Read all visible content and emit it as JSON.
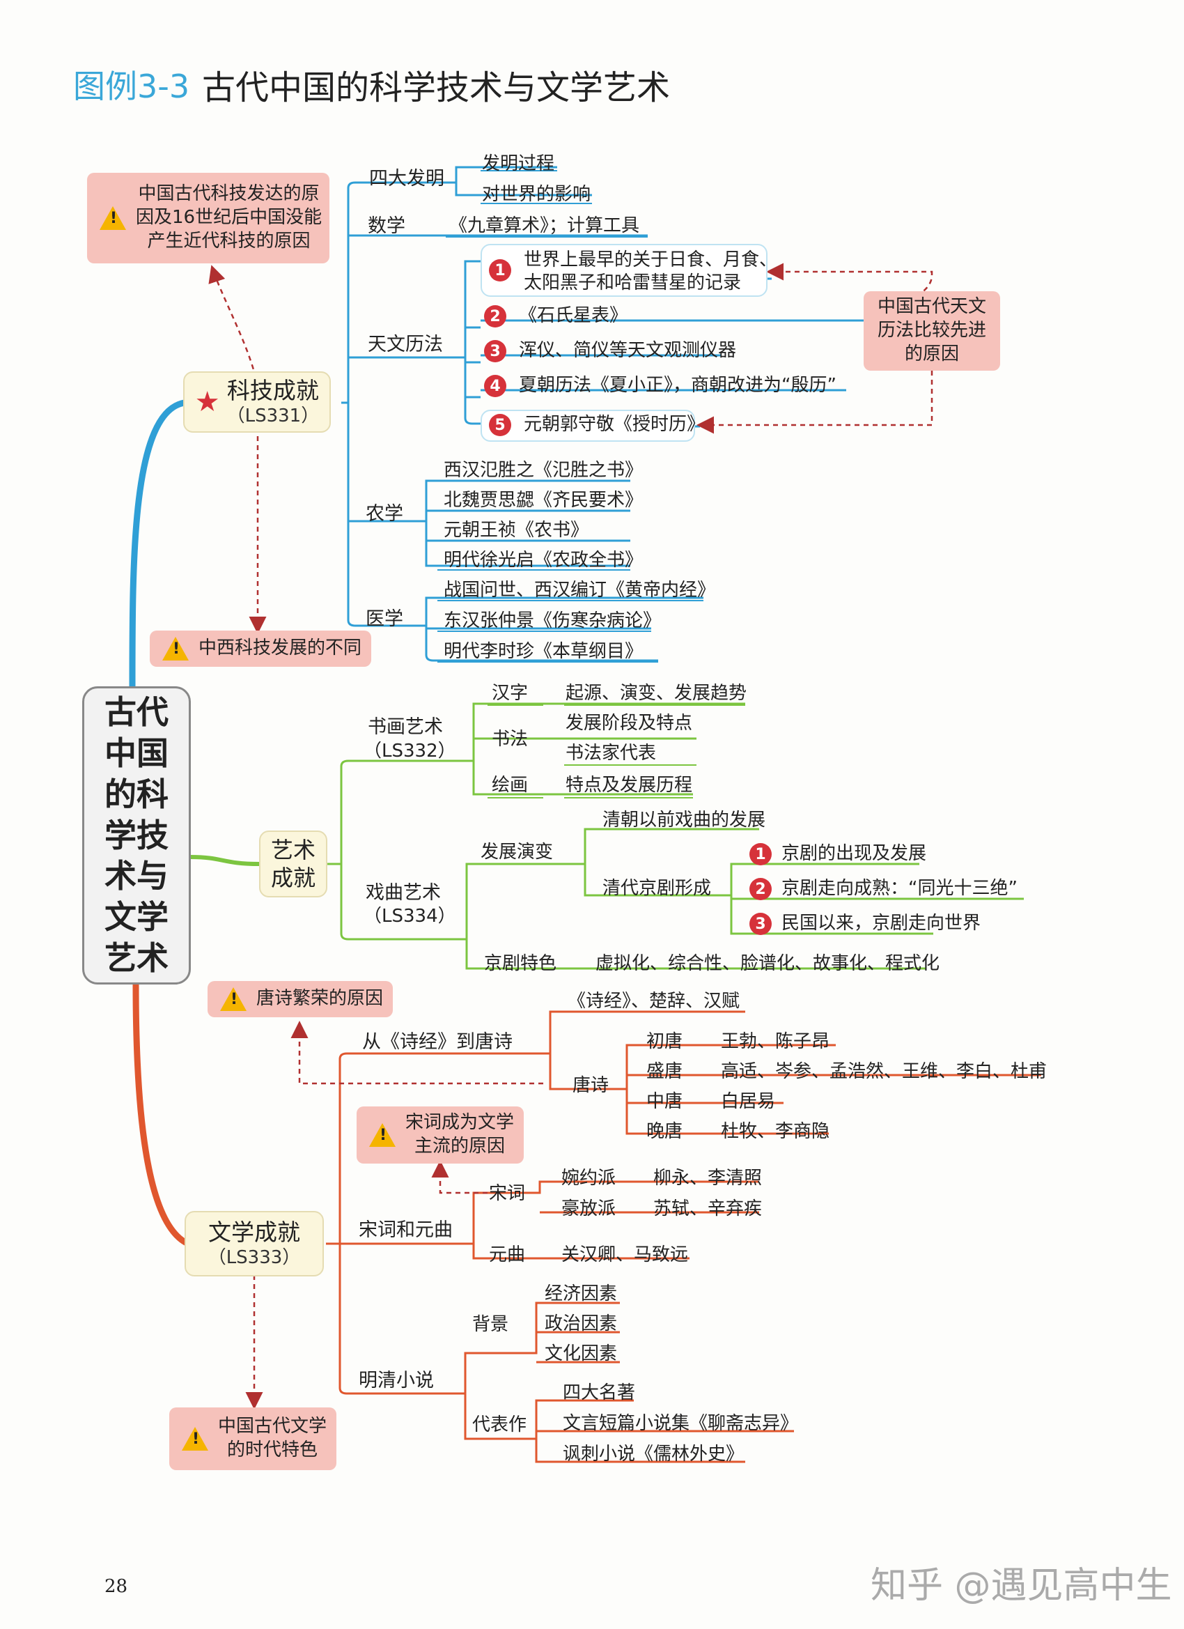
{
  "title": {
    "prefix": "图例3-3",
    "main": "古代中国的科学技术与文学艺术"
  },
  "root": "古代中国的科学技术与文学艺术",
  "colors": {
    "science": "#2f9fd6",
    "art": "#7cc540",
    "literature": "#e0572e",
    "warning_bg": "#f6c2bb",
    "number_badge": "#d6323a"
  },
  "science": {
    "label": "科技成就",
    "code": "（LS331）",
    "inventions": {
      "label": "四大发明",
      "items": [
        "发明过程",
        "对世界的影响"
      ]
    },
    "math": {
      "label": "数学",
      "item": "《九章算术》；计算工具"
    },
    "astronomy": {
      "label": "天文历法",
      "items": [
        {
          "num": "1",
          "text": "世界上最早的关于日食、月食、"
        },
        {
          "num": "",
          "text": "太阳黑子和哈雷彗星的记录"
        },
        {
          "num": "2",
          "text": "《石氏星表》"
        },
        {
          "num": "3",
          "text": "浑仪、简仪等天文观测仪器"
        },
        {
          "num": "4",
          "text": "夏朝历法《夏小正》，商朝改进为“殷历”"
        },
        {
          "num": "5",
          "text": "元朝郭守敬《授时历》"
        }
      ],
      "reason": "中国古代天文历法比较先进的原因"
    },
    "agriculture": {
      "label": "农学",
      "items": [
        "西汉氾胜之《氾胜之书》",
        "北魏贾思勰《齐民要术》",
        "元朝王祯《农书》",
        "明代徐光启《农政全书》"
      ]
    },
    "medicine": {
      "label": "医学",
      "items": [
        "战国问世、西汉编订《黄帝内经》",
        "东汉张仲景《伤寒杂病论》",
        "明代李时珍《本草纲目》"
      ]
    },
    "warn_top": [
      "中国古代科技发达的原",
      "因及16世纪后中国没能",
      "产生近代科技的原因"
    ],
    "warn_bottom": "中西科技发展的不同"
  },
  "art": {
    "label": [
      "艺术",
      "成就"
    ],
    "calligraphy": {
      "label": "书画艺术",
      "code": "（LS332）",
      "hanzi": {
        "label": "汉字",
        "item": "起源、演变、发展趋势"
      },
      "shufa": {
        "label": "书法",
        "items": [
          "发展阶段及特点",
          "书法家代表"
        ]
      },
      "painting": {
        "label": "绘画",
        "item": "特点及发展历程"
      }
    },
    "opera": {
      "label": "戏曲艺术",
      "code": "（LS334）",
      "evolution": {
        "label": "发展演变",
        "before_qing": "清朝以前戏曲的发展",
        "qing": {
          "label": "清代京剧形成",
          "items": [
            {
              "num": "1",
              "text": "京剧的出现及发展"
            },
            {
              "num": "2",
              "text": "京剧走向成熟：“同光十三绝”"
            },
            {
              "num": "3",
              "text": "民国以来，京剧走向世界"
            }
          ]
        }
      },
      "features": {
        "label": "京剧特色",
        "item": "虚拟化、综合性、脸谱化、故事化、程式化"
      }
    }
  },
  "literature": {
    "label": "文学成就",
    "code": "（LS333）",
    "poetry": {
      "label": "从《诗经》到唐诗",
      "early": "《诗经》、楚辞、汉赋",
      "tang": {
        "label": "唐诗",
        "periods": [
          {
            "name": "初唐",
            "poets": "王勃、陈子昂"
          },
          {
            "name": "盛唐",
            "poets": "高适、岑参、孟浩然、王维、李白、杜甫"
          },
          {
            "name": "中唐",
            "poets": "白居易"
          },
          {
            "name": "晚唐",
            "poets": "杜牧、李商隐"
          }
        ]
      }
    },
    "warn_tang": "唐诗繁荣的原因",
    "warn_song": [
      "宋词成为文学",
      "主流的原因"
    ],
    "songci": {
      "label": "宋词和元曲",
      "ci": {
        "label": "宋词",
        "schools": [
          {
            "name": "婉约派",
            "poets": "柳永、李清照"
          },
          {
            "name": "豪放派",
            "poets": "苏轼、辛弃疾"
          }
        ]
      },
      "qu": {
        "label": "元曲",
        "item": "关汉卿、马致远"
      }
    },
    "novel": {
      "label": "明清小说",
      "background": {
        "label": "背景",
        "items": [
          "经济因素",
          "政治因素",
          "文化因素"
        ]
      },
      "works": {
        "label": "代表作",
        "items": [
          "四大名著",
          "文言短篇小说集《聊斋志异》",
          "讽刺小说《儒林外史》"
        ]
      }
    },
    "warn_bottom": [
      "中国古代文学",
      "的时代特色"
    ]
  },
  "page_number": "28",
  "watermark": "知乎 @遇见高中生"
}
